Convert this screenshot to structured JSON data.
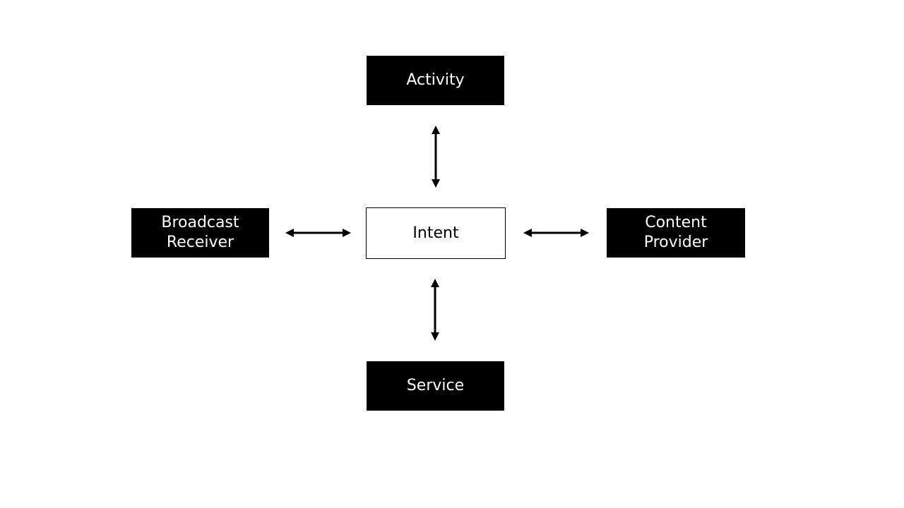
{
  "diagram": {
    "nodes": {
      "activity": {
        "label": "Activity"
      },
      "broadcast_receiver": {
        "label": "Broadcast\nReceiver"
      },
      "intent": {
        "label": "Intent"
      },
      "content_provider": {
        "label": "Content\nProvider"
      },
      "service": {
        "label": "Service"
      }
    },
    "edges": [
      {
        "from": "intent",
        "to": "activity",
        "direction": "bidirectional"
      },
      {
        "from": "intent",
        "to": "broadcast_receiver",
        "direction": "bidirectional"
      },
      {
        "from": "intent",
        "to": "content_provider",
        "direction": "bidirectional"
      },
      {
        "from": "intent",
        "to": "service",
        "direction": "bidirectional"
      }
    ],
    "colors": {
      "box_fill": "#000000",
      "box_text": "#ffffff",
      "center_fill": "#ffffff",
      "center_text": "#000000",
      "arrow": "#000000"
    }
  }
}
